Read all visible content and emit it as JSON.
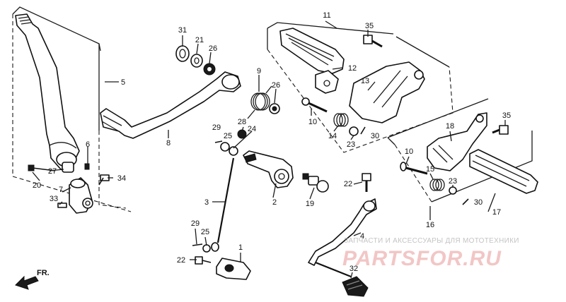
{
  "callouts": [
    {
      "id": "c31",
      "text": "31"
    },
    {
      "id": "c21",
      "text": "21"
    },
    {
      "id": "c26a",
      "text": "26"
    },
    {
      "id": "c9",
      "text": "9"
    },
    {
      "id": "c26b",
      "text": "26"
    },
    {
      "id": "c11",
      "text": "11"
    },
    {
      "id": "c35a",
      "text": "35"
    },
    {
      "id": "c12",
      "text": "12"
    },
    {
      "id": "c13",
      "text": "13"
    },
    {
      "id": "c5",
      "text": "5"
    },
    {
      "id": "c10a",
      "text": "10"
    },
    {
      "id": "c14",
      "text": "14"
    },
    {
      "id": "c23a",
      "text": "23"
    },
    {
      "id": "c30a",
      "text": "30"
    },
    {
      "id": "c28",
      "text": "28"
    },
    {
      "id": "c29a",
      "text": "29"
    },
    {
      "id": "c25a",
      "text": "25"
    },
    {
      "id": "c24",
      "text": "24"
    },
    {
      "id": "c8",
      "text": "8"
    },
    {
      "id": "c6",
      "text": "6"
    },
    {
      "id": "c35b",
      "text": "35"
    },
    {
      "id": "c18",
      "text": "18"
    },
    {
      "id": "c27",
      "text": "27"
    },
    {
      "id": "c34",
      "text": "34"
    },
    {
      "id": "c20",
      "text": "20"
    },
    {
      "id": "c10b",
      "text": "10"
    },
    {
      "id": "c15",
      "text": "15"
    },
    {
      "id": "c7",
      "text": "7"
    },
    {
      "id": "c22a",
      "text": "22"
    },
    {
      "id": "c23b",
      "text": "23"
    },
    {
      "id": "c33",
      "text": "33"
    },
    {
      "id": "c3",
      "text": "3"
    },
    {
      "id": "c2",
      "text": "2"
    },
    {
      "id": "c19",
      "text": "19"
    },
    {
      "id": "c30b",
      "text": "30"
    },
    {
      "id": "c17",
      "text": "17"
    },
    {
      "id": "c16",
      "text": "16"
    },
    {
      "id": "c29b",
      "text": "29"
    },
    {
      "id": "c25b",
      "text": "25"
    },
    {
      "id": "c4",
      "text": "4"
    },
    {
      "id": "c1",
      "text": "1"
    },
    {
      "id": "c22b",
      "text": "22"
    },
    {
      "id": "c32",
      "text": "32"
    }
  ],
  "watermark": {
    "subtitle": "ЗАПЧАСТИ И АКСЕССУАРЫ ДЛЯ МОТОТЕХНИКИ",
    "logo": "PARTSFOR.RU"
  },
  "direction_label": "FR."
}
